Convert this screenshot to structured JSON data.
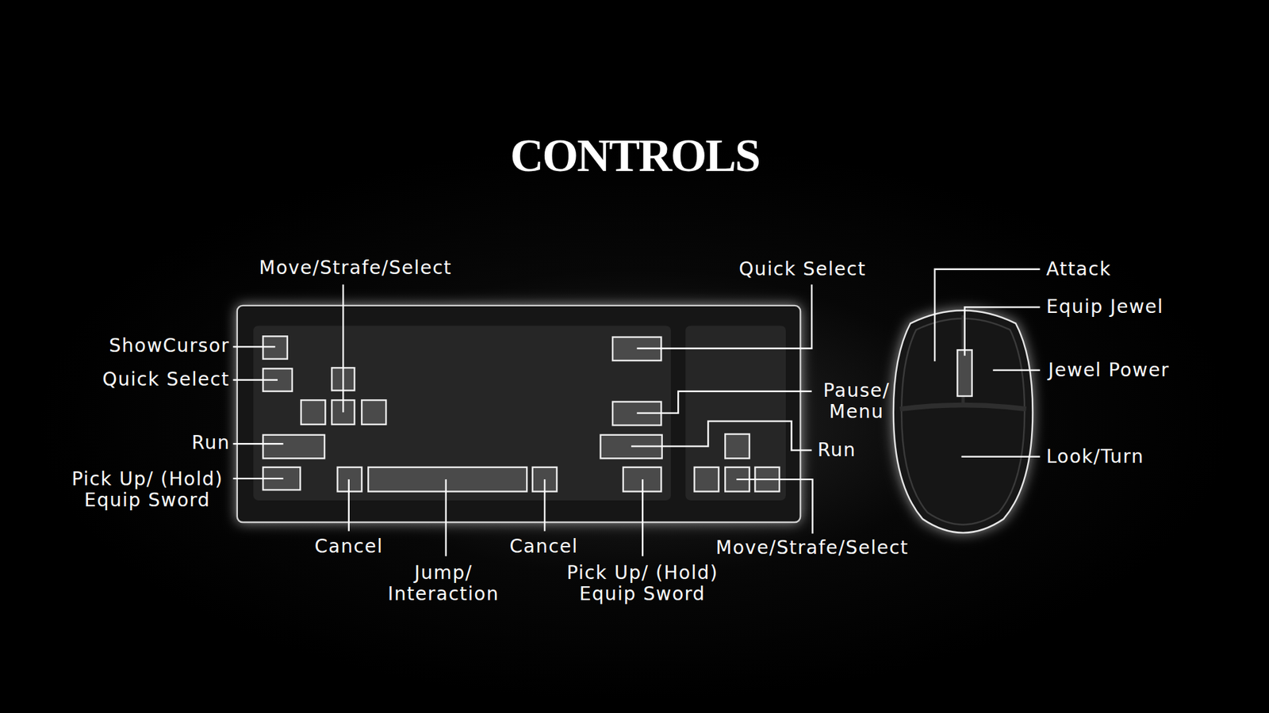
{
  "diagram": {
    "title": "CONTROLS",
    "labels": [
      "Move/Strafe/Select",
      "ShowCursor",
      "Quick Select",
      "Run",
      "Pick Up/ (Hold) Equip Sword",
      "Cancel",
      "Jump/ Interaction",
      "Cancel",
      "Pick Up/ (Hold) Equip Sword",
      "Move/Strafe/Select",
      "Run",
      "Pause/ Menu",
      "Quick Select",
      "Attack",
      "Equip Jewel",
      "Jewel Power",
      "Look/Turn"
    ]
  }
}
